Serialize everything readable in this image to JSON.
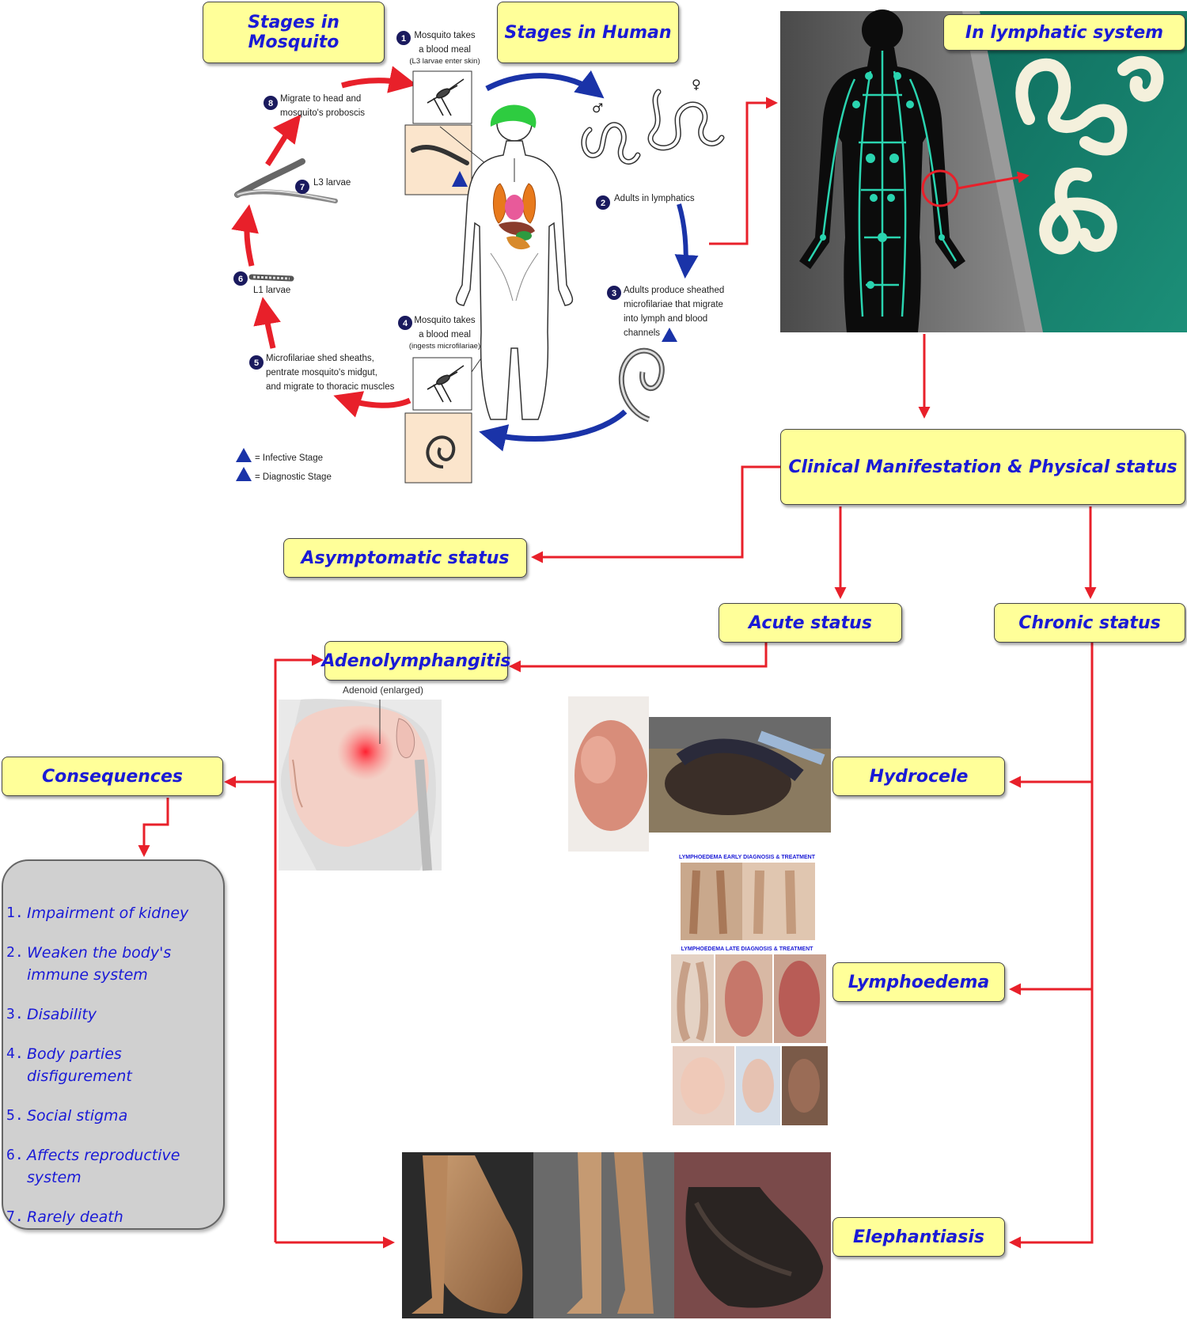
{
  "colors": {
    "box_fill": "#ffff99",
    "box_text": "#1a1ad6",
    "arrow_red": "#e8202a",
    "arrow_blue": "#1a33a8",
    "consequence_fill": "#d0d0d0"
  },
  "headers": {
    "mosquito": "Stages in Mosquito",
    "human": "Stages in Human",
    "lymphatic": "In lymphatic system"
  },
  "lifecycle": {
    "step1": {
      "num": "1",
      "text": [
        "Mosquito takes",
        "a blood meal"
      ],
      "note": "(L3 larvae enter skin)"
    },
    "step2": {
      "num": "2",
      "text": [
        "Adults in lymphatics"
      ]
    },
    "step3": {
      "num": "3",
      "text": [
        "Adults produce sheathed",
        "microfilariae that migrate",
        "into lymph and blood",
        "channels"
      ]
    },
    "step4": {
      "num": "4",
      "text": [
        "Mosquito takes",
        "a blood meal"
      ],
      "note": "(ingests microfilariae)"
    },
    "step5": {
      "num": "5",
      "text": [
        "Microfilariae shed sheaths,",
        "pentrate mosquito's midgut,",
        "and migrate to thoracic muscles"
      ]
    },
    "step6": {
      "num": "6",
      "text": [
        "L1 larvae"
      ]
    },
    "step7": {
      "num": "7",
      "text": [
        "L3 larvae"
      ]
    },
    "step8": {
      "num": "8",
      "text": [
        "Migrate to head and",
        "mosquito's proboscis"
      ]
    },
    "legend": [
      {
        "symbol": "i",
        "text": "= Infective Stage"
      },
      {
        "symbol": "d",
        "text": "= Diagnostic Stage"
      }
    ],
    "symbols": {
      "male": "♂",
      "female": "♀"
    }
  },
  "boxes": {
    "clinical": "Clinical Manifestation & Physical status",
    "asymptomatic": "Asymptomatic status",
    "acute": "Acute status",
    "chronic": "Chronic status",
    "adenolymphangitis": "Adenolymphangitis",
    "consequences": "Consequences",
    "hydrocele": "Hydrocele",
    "lymphoedema": "Lymphoedema",
    "elephantiasis": "Elephantiasis"
  },
  "image_labels": {
    "adenoid": "Adenoid (enlarged)",
    "lymph_early": "LYMPHOEDEMA EARLY DIAGNOSIS & TREATMENT",
    "lymph_late": "LYMPHOEDEMA LATE DIAGNOSIS & TREATMENT"
  },
  "consequences_list": [
    {
      "num": "1.",
      "text": "Impairment of kidney"
    },
    {
      "num": "2.",
      "text": "Weaken the body's immune system"
    },
    {
      "num": "3.",
      "text": "Disability"
    },
    {
      "num": "4.",
      "text": "Body parties disfigurement"
    },
    {
      "num": "5.",
      "text": "Social stigma"
    },
    {
      "num": "6.",
      "text": "Affects reproductive system"
    },
    {
      "num": "7.",
      "text": "Rarely death"
    }
  ]
}
